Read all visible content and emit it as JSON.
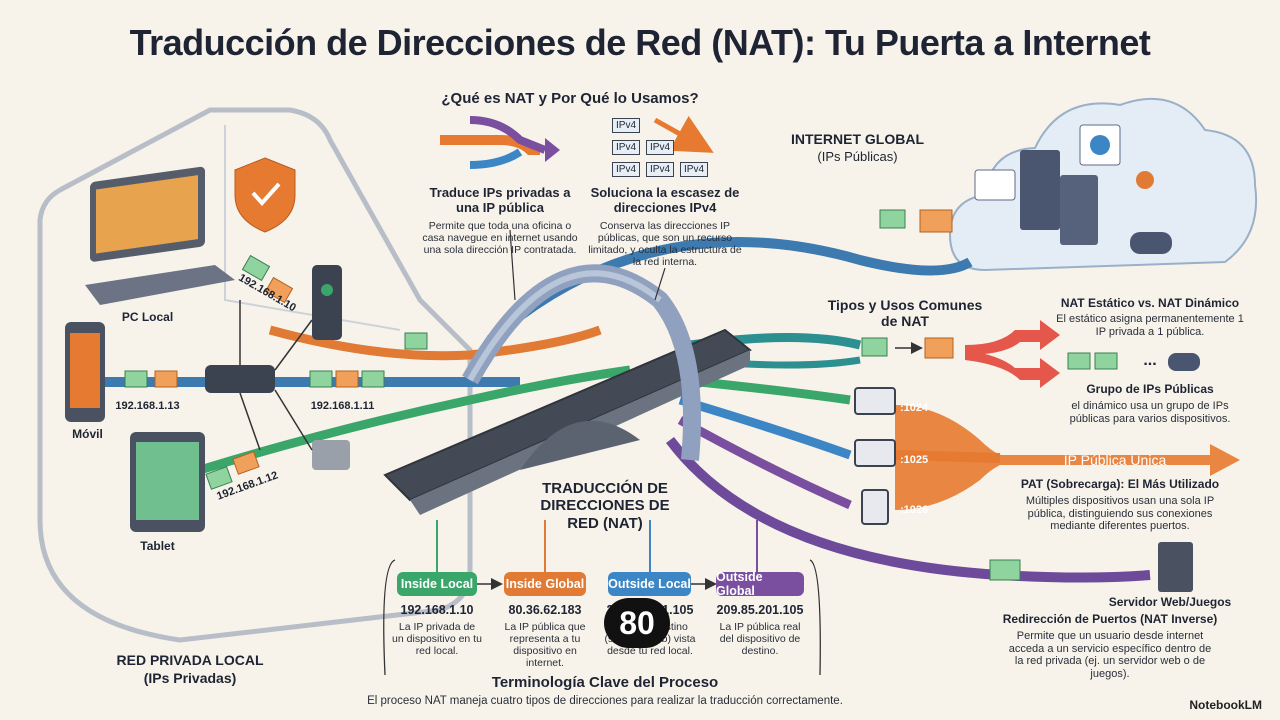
{
  "title": "Traducción de Direcciones de Red (NAT): Tu Puerta a Internet",
  "what_is": {
    "heading": "¿Qué es NAT y Por Qué lo Usamos?",
    "left_title": "Traduce IPs privadas a una IP pública",
    "left_desc": "Permite que toda una oficina o casa navegue en internet usando una sola dirección IP contratada.",
    "right_title": "Soluciona la escasez de direcciones IPv4",
    "right_desc": "Conserva las direcciones IP públicas, que son un recurso limitado, y oculta la estructura de la red interna.",
    "ipv4_label": "IPv4"
  },
  "internet": {
    "title": "INTERNET GLOBAL",
    "subtitle": "(IPs Públicas)"
  },
  "devices": {
    "pc": "PC Local",
    "pc_ip": "192.168.1.10",
    "mobile": "Móvil",
    "mobile_ip": "192.168.1.13",
    "center_ip": "192.168.1.11",
    "tablet": "Tablet",
    "tablet_ip": "192.168.1.12"
  },
  "private_net": {
    "title": "RED PRIVADA LOCAL",
    "subtitle": "(IPs Privadas)"
  },
  "nat_center": "TRADUCCIÓN DE DIRECCIONES DE RED (NAT)",
  "types": {
    "heading": "Tipos y Usos Comunes de NAT",
    "static_title": "NAT Estático vs. NAT Dinámico",
    "static_desc": "El estático asigna permanentemente 1 IP privada a 1 pública.",
    "pool_title": "Grupo de IPs Públicas",
    "pool_desc": "el dinámico usa un grupo de IPs públicas para varios dispositivos.",
    "ellipsis": "..."
  },
  "pat": {
    "arrow_label": "IP Pública Única",
    "ports": [
      ":1024",
      ":1025",
      ":1026"
    ],
    "title": "PAT (Sobrecarga): El Más Utilizado",
    "desc": "Múltiples dispositivos usan una sola IP pública, distinguiendo sus conexiones mediante diferentes puertos."
  },
  "server": {
    "label": "Servidor Web/Juegos",
    "title": "Redirección de Puertos (NAT Inverse)",
    "desc": "Permite que un usuario desde internet acceda a un servicio específico dentro de la red privada (ej. un servidor web o de juegos)."
  },
  "terms": {
    "items": [
      {
        "label": "Inside Local",
        "ip": "192.168.1.10",
        "desc": "La IP privada de un dispositivo en tu red local.",
        "color": "#3aa66a"
      },
      {
        "label": "Inside Global",
        "ip": "80.36.62.183",
        "desc": "La IP pública que representa a tu dispositivo en internet.",
        "color": "#e07a35"
      },
      {
        "label": "Outside Local",
        "ip": "209.85.201.105",
        "desc": "La IP de destino (servidor web) vista desde tu red local.",
        "color": "#3d86c6"
      },
      {
        "label": "Outside Global",
        "ip": "209.85.201.105",
        "desc": "La IP pública real del dispositivo de destino.",
        "color": "#7a4fa0"
      }
    ],
    "title": "Terminología Clave del Proceso",
    "footer": "El proceso NAT maneja cuatro tipos de direcciones para realizar la traducción correctamente."
  },
  "badge": "80",
  "brand": "NotebookLM"
}
